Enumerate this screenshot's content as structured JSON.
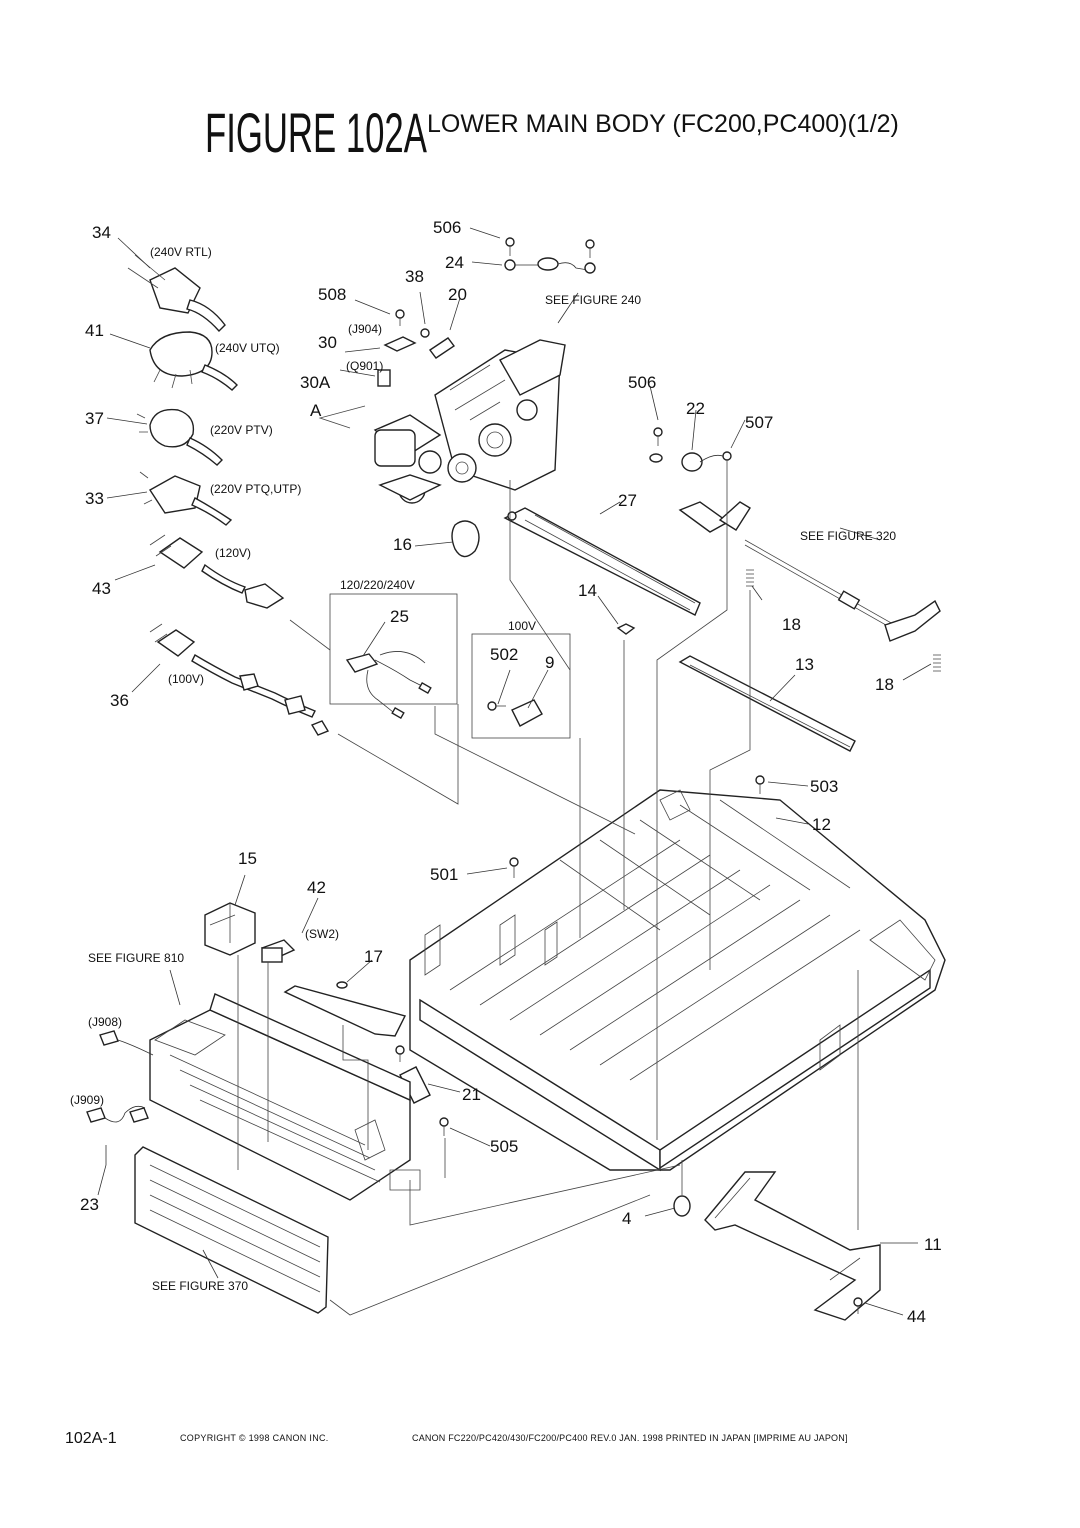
{
  "title": {
    "figure": "FIGURE 102A",
    "subtitle": "LOWER MAIN BODY (FC200,PC400)(1/2)"
  },
  "callouts": {
    "c34": "34",
    "c41": "41",
    "c37": "37",
    "c33": "33",
    "c43": "43",
    "c36": "36",
    "c506a": "506",
    "c24": "24",
    "c38": "38",
    "c508": "508",
    "c20": "20",
    "c30": "30",
    "c30A": "30A",
    "cA": "A",
    "c506b": "506",
    "c22": "22",
    "c507": "507",
    "c27": "27",
    "c16": "16",
    "c25": "25",
    "c14": "14",
    "c18a": "18",
    "c502": "502",
    "c9": "9",
    "c13": "13",
    "c18b": "18",
    "c503": "503",
    "c12": "12",
    "c15": "15",
    "c42": "42",
    "c501": "501",
    "c17": "17",
    "c21": "21",
    "c505": "505",
    "c23": "23",
    "c4": "4",
    "c11": "11",
    "c44": "44"
  },
  "labels": {
    "l240rtl": "(240V RTL)",
    "l240utq": "(240V UTQ)",
    "l220ptv": "(220V PTV)",
    "l220ptq": "(220V PTQ,UTP)",
    "l120": "(120V)",
    "l100": "(100V)",
    "lj904": "(J904)",
    "lq901": "(Q901)",
    "lsee240": "SEE FIGURE 240",
    "lsee320": "SEE FIGURE 320",
    "lsee810": "SEE FIGURE 810",
    "lsee370": "SEE FIGURE 370",
    "lvolt": "120/220/240V",
    "l100v": "100V",
    "lsw2": "(SW2)",
    "lj908": "(J908)",
    "lj909": "(J909)"
  },
  "footer": {
    "page": "102A-1",
    "copyright": "COPYRIGHT © 1998 CANON INC.",
    "info": "CANON FC220/PC420/430/FC200/PC400 REV.0 JAN. 1998 PRINTED IN JAPAN [IMPRIME AU JAPON]"
  }
}
